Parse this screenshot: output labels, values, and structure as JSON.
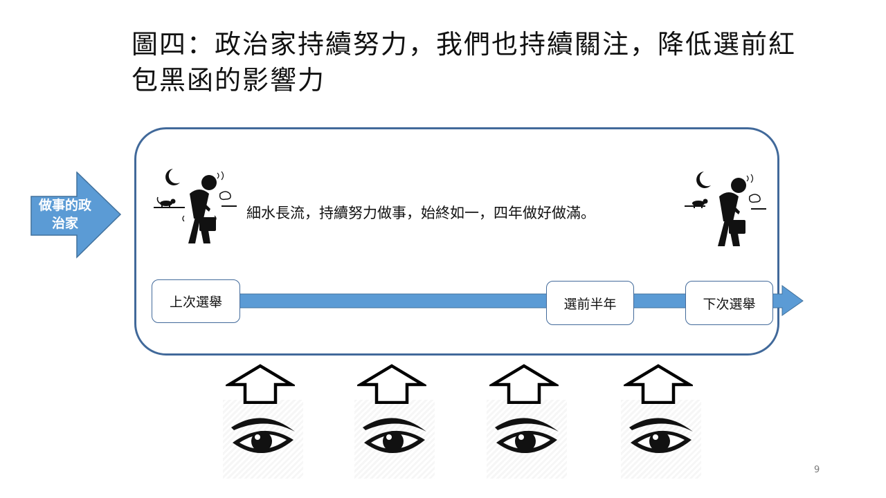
{
  "title": "圖四：政治家持續努力，我們也持續關注，降低選前紅包黑函的影響力",
  "left_arrow_label": "做事的政治家",
  "statement": "細水長流，持續努力做事，始終如一，四年做好做滿。",
  "timeline": {
    "start_label": "上次選舉",
    "mid_label": "選前半年",
    "end_label": "下次選舉"
  },
  "page_number": "9",
  "icons": [
    "tired-worker-icon",
    "cat-icon",
    "moon-icon",
    "up-arrow-icon",
    "eye-icon"
  ],
  "colors": {
    "accent": "#5b9bd5",
    "frame": "#41699a"
  }
}
